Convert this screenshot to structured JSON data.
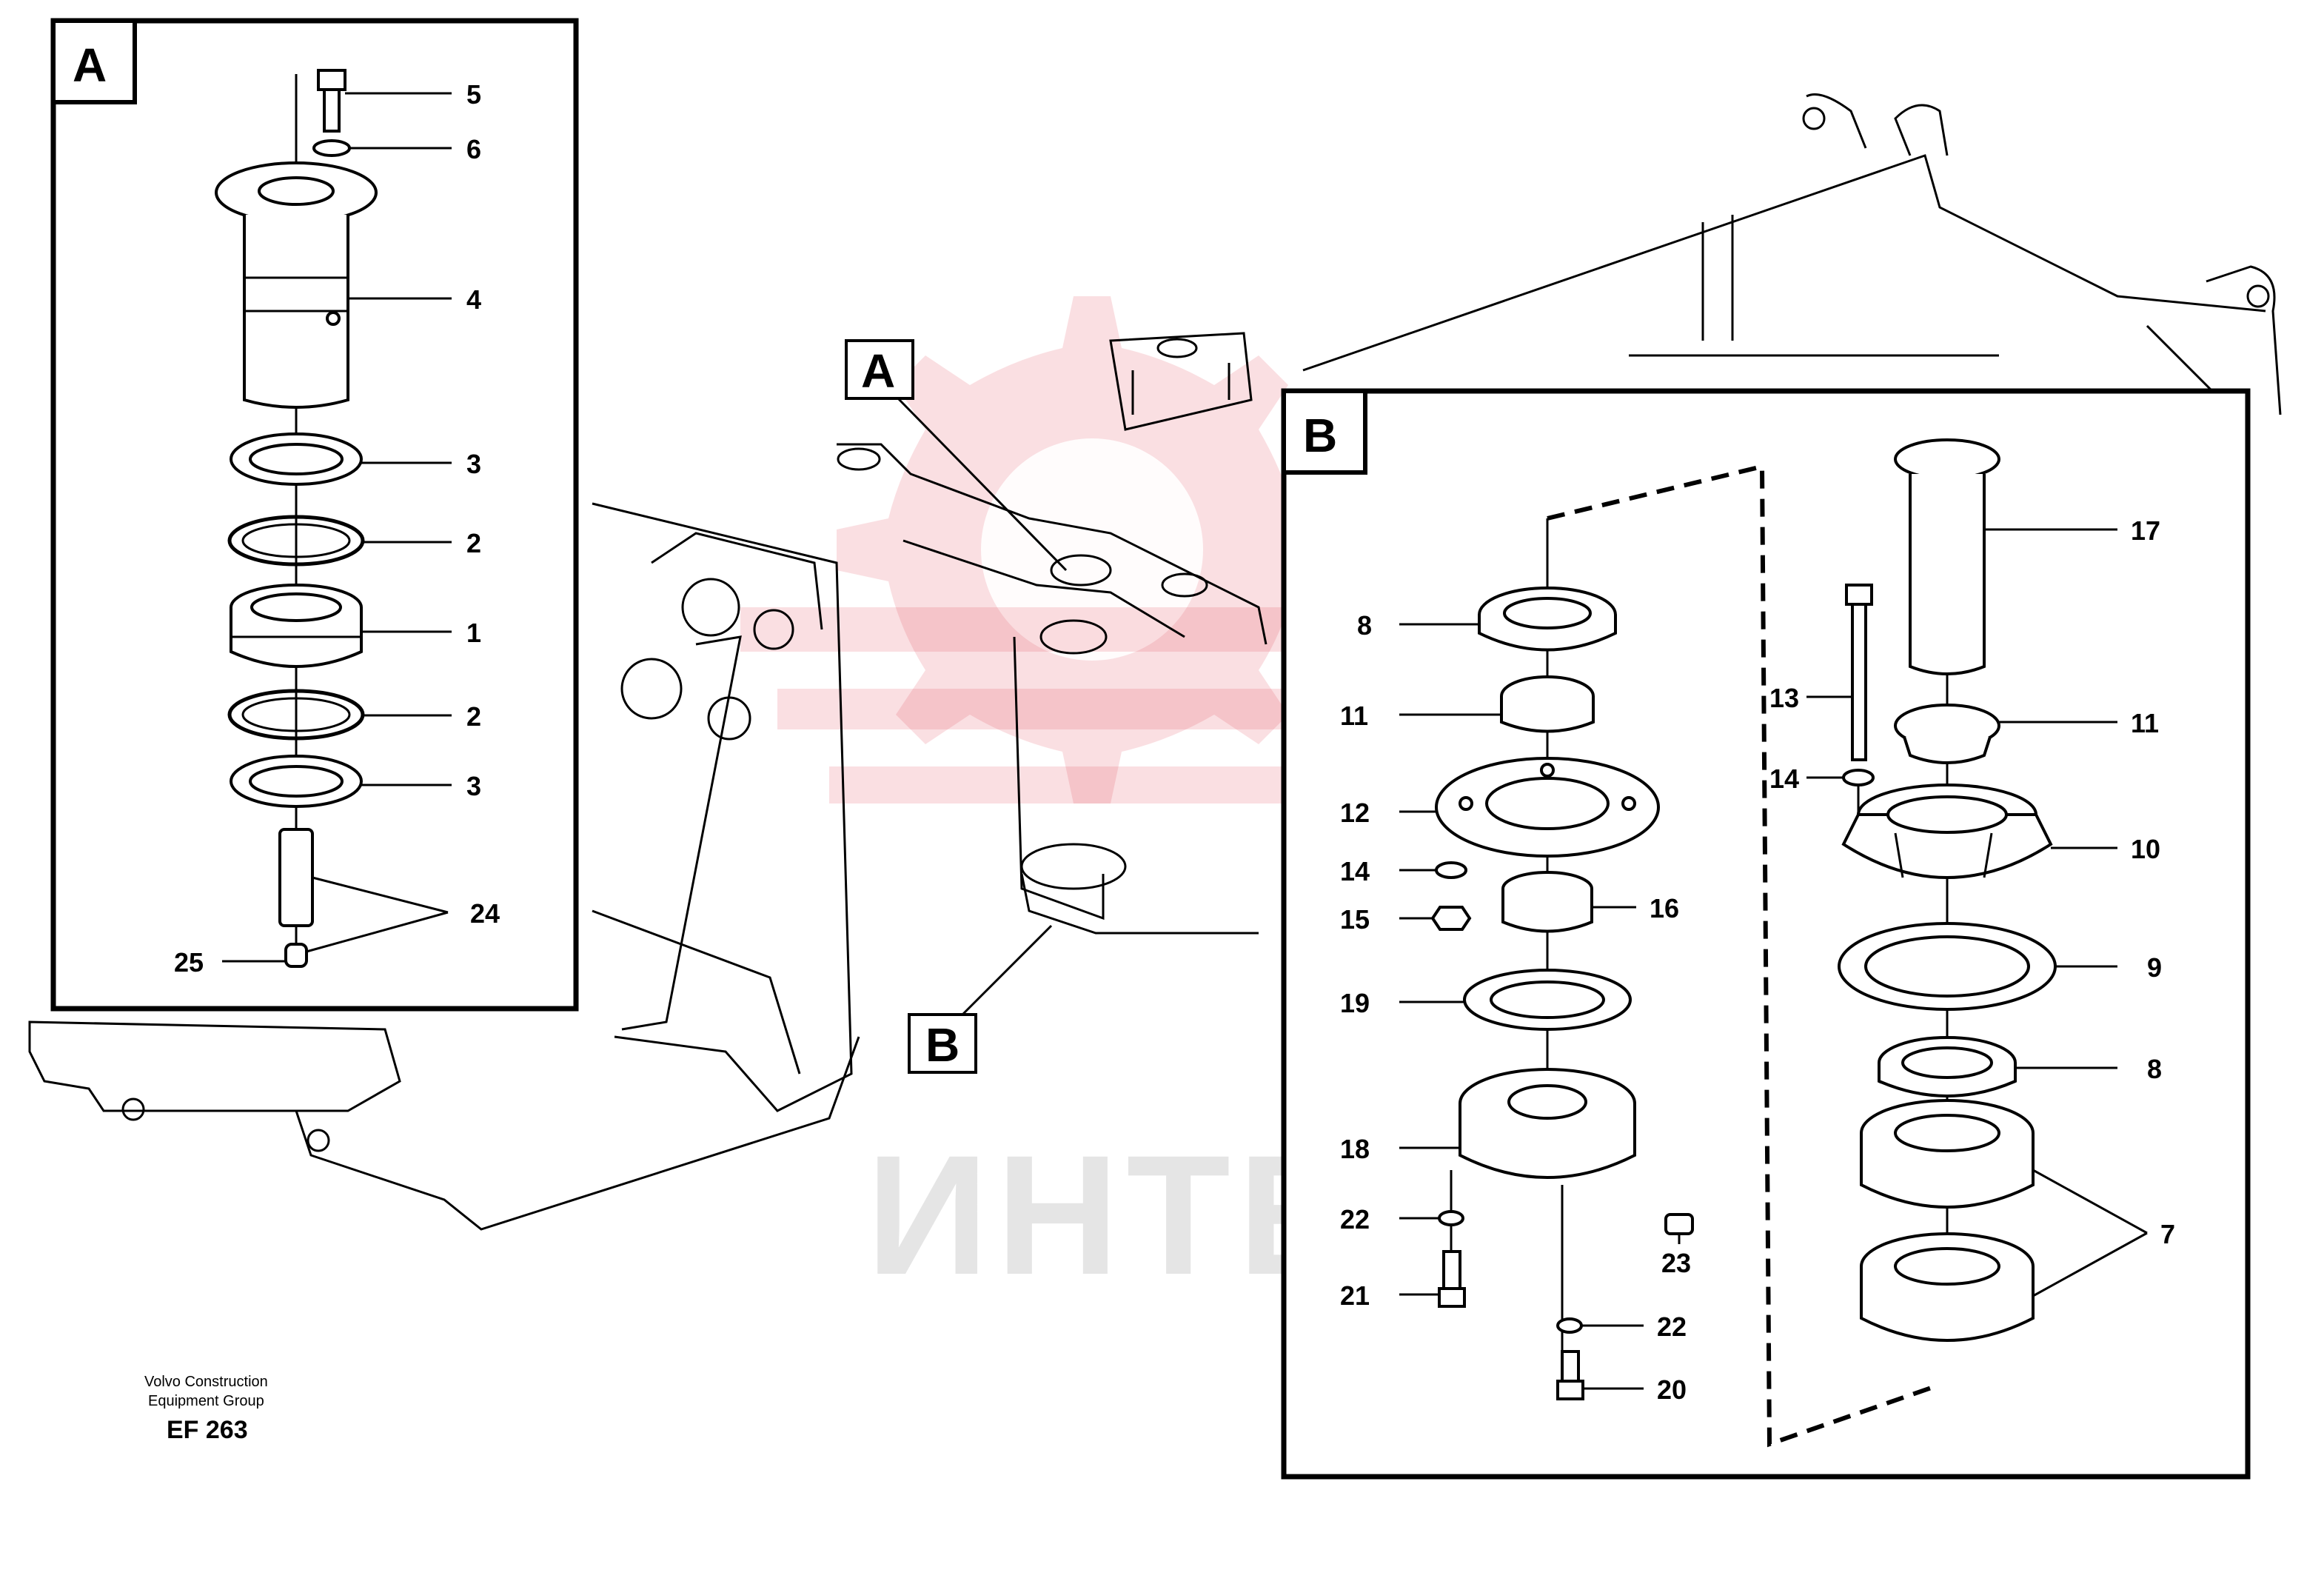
{
  "detail_a": {
    "label": "A",
    "parts": [
      {
        "num": "5"
      },
      {
        "num": "6"
      },
      {
        "num": "4"
      },
      {
        "num": "3"
      },
      {
        "num": "2"
      },
      {
        "num": "1"
      },
      {
        "num": "2"
      },
      {
        "num": "3"
      },
      {
        "num": "24"
      },
      {
        "num": "25"
      }
    ]
  },
  "detail_b": {
    "label": "B",
    "parts": [
      {
        "num": "8"
      },
      {
        "num": "11"
      },
      {
        "num": "12"
      },
      {
        "num": "14"
      },
      {
        "num": "15"
      },
      {
        "num": "16"
      },
      {
        "num": "19"
      },
      {
        "num": "18"
      },
      {
        "num": "22"
      },
      {
        "num": "21"
      },
      {
        "num": "23"
      },
      {
        "num": "22"
      },
      {
        "num": "20"
      },
      {
        "num": "17"
      },
      {
        "num": "13"
      },
      {
        "num": "14"
      },
      {
        "num": "11"
      },
      {
        "num": "10"
      },
      {
        "num": "9"
      },
      {
        "num": "8"
      },
      {
        "num": "7"
      }
    ]
  },
  "callouts": {
    "a": "A",
    "b": "B"
  },
  "watermark": {
    "text": "ИНТЕХ"
  },
  "footer": {
    "line1": "Volvo Construction",
    "line2": "Equipment Group",
    "code": "EF 263"
  },
  "colors": {
    "line": "#000000",
    "watermark": "#e03a4a"
  }
}
